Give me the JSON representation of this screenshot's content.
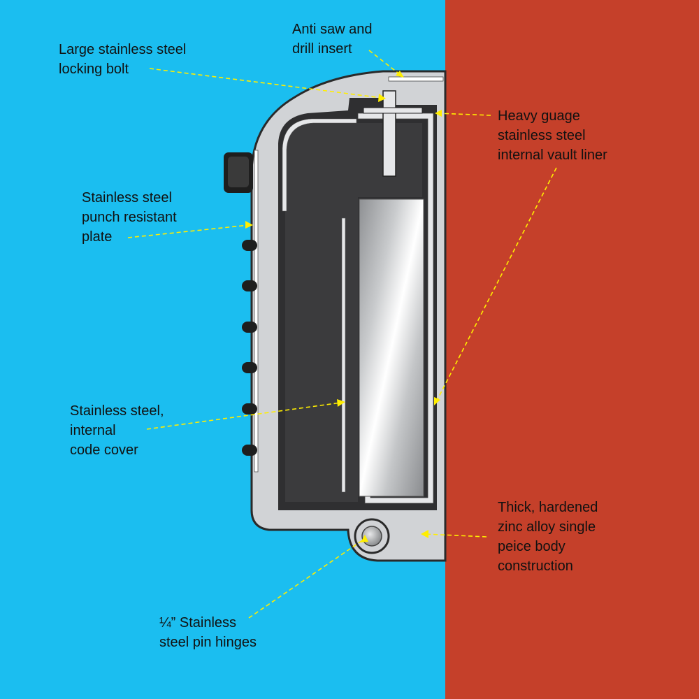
{
  "colors": {
    "background_left": "#1bbef0",
    "background_right": "#c5402a",
    "body": "#d1d3d6",
    "body_outline": "#2a2a2a",
    "interior": "#2f2f31",
    "steel": "#e6e7e9",
    "leader": "#ffee00"
  },
  "labels": {
    "anti_saw": [
      "Anti saw and",
      "drill insert"
    ],
    "locking_bolt": [
      "Large stainless steel",
      "locking bolt"
    ],
    "vault_liner": [
      "Heavy guage",
      "stainless steel",
      "internal vault liner"
    ],
    "punch_plate": [
      "Stainless steel",
      "punch resistant",
      "plate"
    ],
    "code_cover": [
      "Stainless steel,",
      "internal",
      "code cover"
    ],
    "body_construction": [
      "Thick, hardened",
      "zinc alloy single",
      "peice body",
      "construction"
    ],
    "pin_hinges": [
      "¼” Stainless",
      "steel pin hinges"
    ]
  }
}
